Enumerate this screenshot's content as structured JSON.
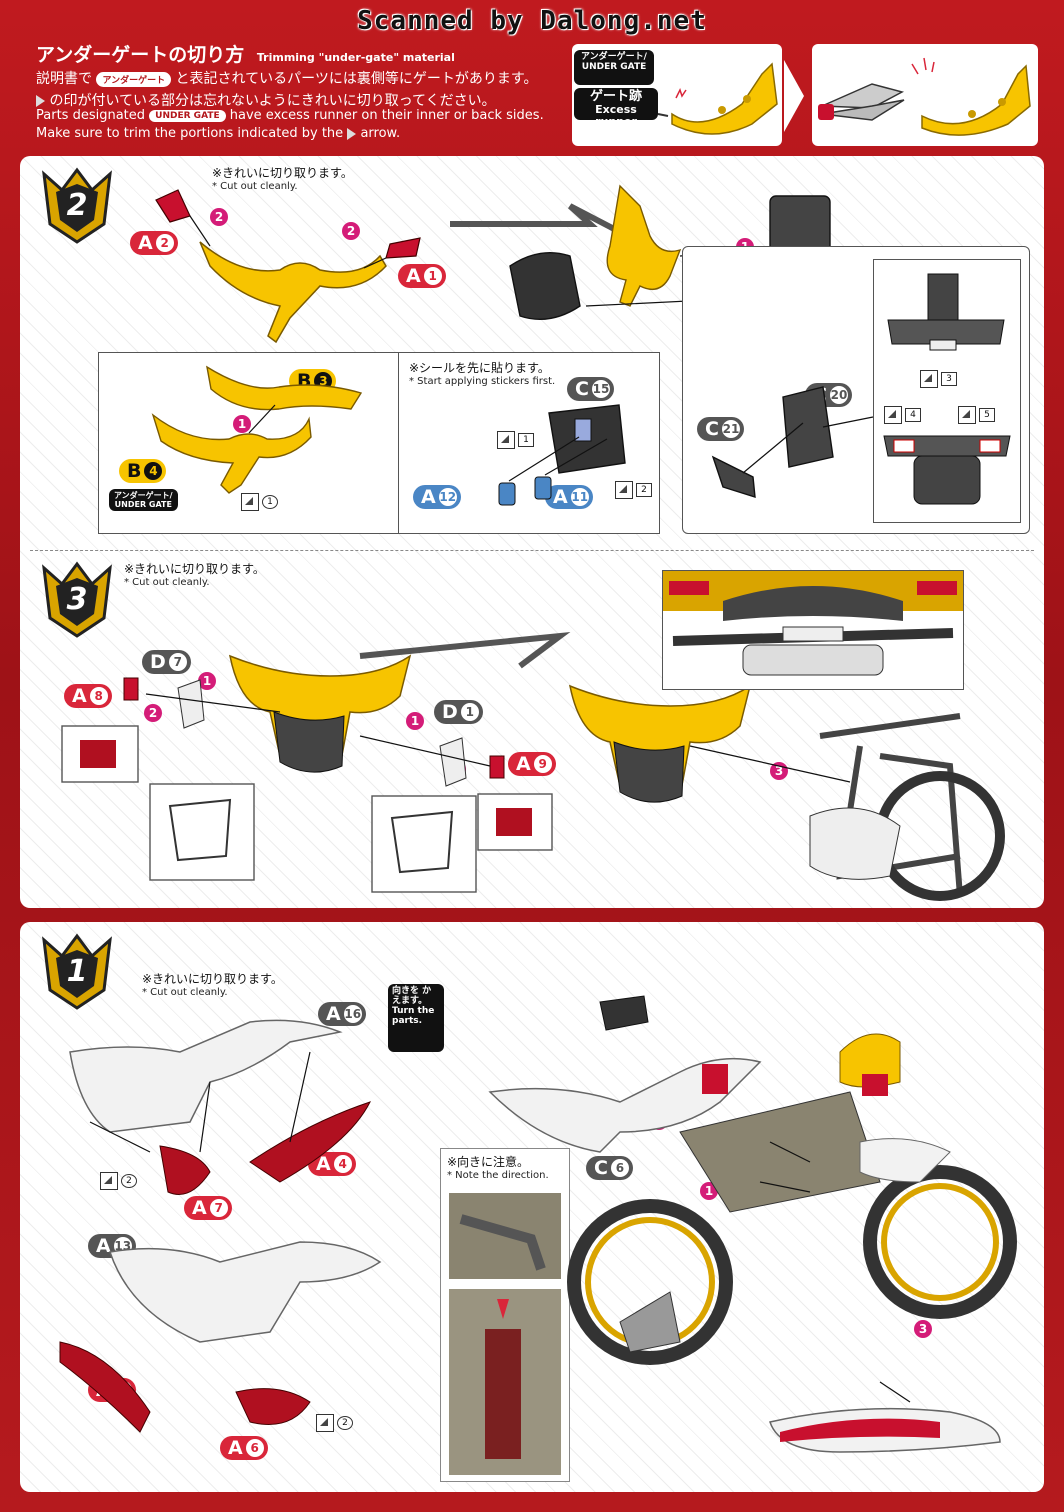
{
  "watermark": "Scanned by Dalong.net",
  "header": {
    "title_jp": "アンダーゲートの切り方",
    "title_en": "Trimming \"under-gate\" material",
    "line1_pre": "説明書で",
    "line1_badge": "アンダーゲート",
    "line1_post": "と表記されているパーツには裏側等にゲートがあります。",
    "line2": "の印が付いている部分は忘れないようにきれいに切り取ってください。",
    "line3_pre": "Parts designated",
    "line3_badge": "UNDER GATE",
    "line3_post": "have excess runner on their inner or back sides.",
    "line4": "Make sure to trim the portions indicated by the",
    "line4_post": "arrow.",
    "tag_under_jp": "アンダーゲート/",
    "tag_under_en": "UNDER GATE",
    "tag_excess_jp": "ゲート跡",
    "tag_excess_en": "Excess runner"
  },
  "step2": {
    "number": "2",
    "note_jp": "※きれいに切り取ります。",
    "note_en": "* Cut out cleanly.",
    "sticker_note_jp": "※シールを先に貼ります。",
    "sticker_note_en": "* Start applying stickers first.",
    "parts": [
      {
        "letter": "A",
        "num": "2"
      },
      {
        "letter": "A",
        "num": "1"
      },
      {
        "letter": "B",
        "num": "3"
      },
      {
        "letter": "B",
        "num": "4"
      },
      {
        "letter": "C",
        "num": "15"
      },
      {
        "letter": "A",
        "num": "12"
      },
      {
        "letter": "A",
        "num": "11"
      },
      {
        "letter": "C",
        "num": "20"
      },
      {
        "letter": "C",
        "num": "21"
      }
    ],
    "under_gate_jp": "アンダーゲート/",
    "under_gate_en": "UNDER GATE",
    "stickers": [
      "1",
      "1",
      "2",
      "3",
      "4",
      "5"
    ],
    "markers": [
      "2",
      "2",
      "1",
      "1",
      "2"
    ]
  },
  "step3": {
    "number": "3",
    "note_jp": "※きれいに切り取ります。",
    "note_en": "* Cut out cleanly.",
    "parts": [
      {
        "letter": "D",
        "num": "7"
      },
      {
        "letter": "A",
        "num": "8"
      },
      {
        "letter": "D",
        "num": "1"
      },
      {
        "letter": "A",
        "num": "9"
      }
    ],
    "markers": [
      "1",
      "2",
      "1",
      "2",
      "3"
    ]
  },
  "step1": {
    "number": "1",
    "note_jp": "※きれいに切り取ります。",
    "note_en": "* Cut out cleanly.",
    "turn_jp": "向きを かえます。",
    "turn_en": "Turn the parts.",
    "direction_jp": "※向きに注意。",
    "direction_en": "* Note the direction.",
    "parts": [
      {
        "letter": "A",
        "num": "16"
      },
      {
        "letter": "A",
        "num": "4"
      },
      {
        "letter": "A",
        "num": "7"
      },
      {
        "letter": "A",
        "num": "13"
      },
      {
        "letter": "A",
        "num": "3"
      },
      {
        "letter": "A",
        "num": "6"
      },
      {
        "letter": "C",
        "num": "6"
      }
    ],
    "stickers": [
      "2",
      "2"
    ],
    "markers": [
      "2",
      "1",
      "1",
      "3"
    ]
  },
  "colors": {
    "red": "#d9263a",
    "yellow": "#f7c400",
    "magenta": "#d41c78",
    "frame": "#b3161b"
  }
}
